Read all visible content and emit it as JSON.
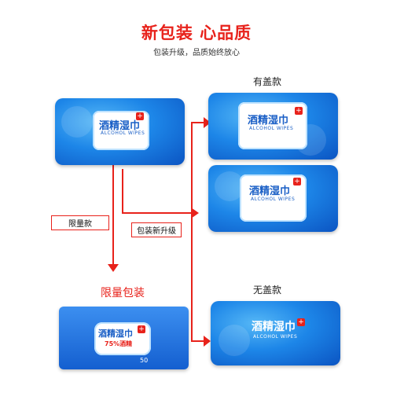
{
  "header": {
    "title": "新包装  心品质",
    "subtitle": "包装升级，品质始终放心"
  },
  "labels": {
    "with_lid": "有盖款",
    "without_lid": "无盖款",
    "limited_pack": "限量包装"
  },
  "tags": {
    "limited": "限量款",
    "upgrade": "包装新升级"
  },
  "products": {
    "brand": "酒精湿巾",
    "brand_en": "ALCOHOL WIPES",
    "alcohol_note": "75%酒精",
    "count": "50"
  }
}
